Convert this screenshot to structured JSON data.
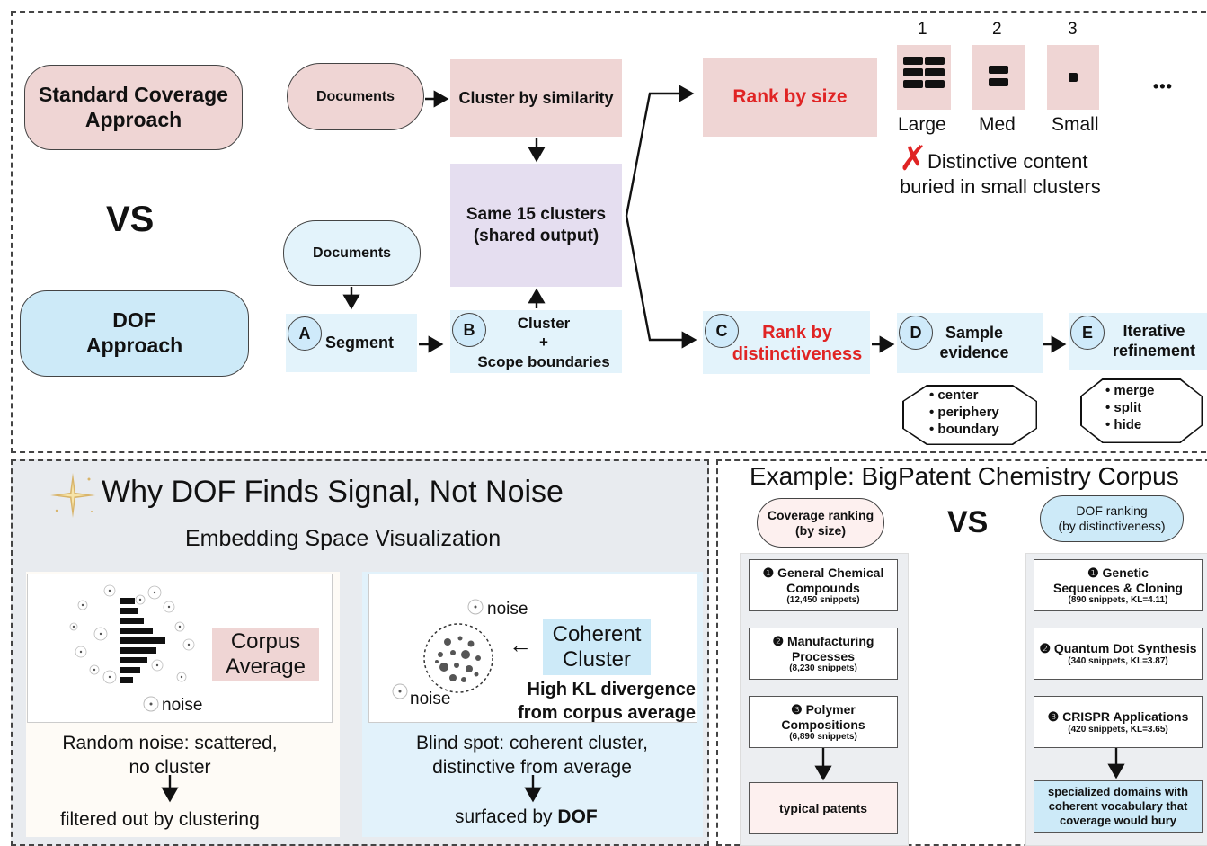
{
  "top": {
    "standard_label": "Standard Coverage\nApproach",
    "vs_label": "VS",
    "dof_label": "DOF\nApproach",
    "documents_1": "Documents",
    "cluster_by_similarity": "Cluster by similarity",
    "shared_clusters": "Same 15 clusters\n(shared output)",
    "documents_2": "Documents",
    "step_a": {
      "letter": "A",
      "label": "Segment"
    },
    "step_b": {
      "letter": "B",
      "label": "Cluster\n+\nScope boundaries"
    },
    "rank_by_size": "Rank by size",
    "step_c": {
      "letter": "C",
      "label": "Rank by\ndistinctiveness"
    },
    "step_d": {
      "letter": "D",
      "label": "Sample\nevidence"
    },
    "step_e": {
      "letter": "E",
      "label": "Iterative\nrefinement"
    },
    "size_numbers": [
      "1",
      "2",
      "3"
    ],
    "size_labels": [
      "Large",
      "Med",
      "Small"
    ],
    "ellipsis": "•••",
    "cross_mark": "✗",
    "buried_note": "Distinctive content\nburied in small clusters",
    "sample_bullets": [
      "center",
      "periphery",
      "boundary"
    ],
    "refine_bullets": [
      "merge",
      "split",
      "hide"
    ]
  },
  "left_panel": {
    "title": "Why DOF Finds Signal, Not Noise",
    "subtitle": "Embedding Space Visualization",
    "left_box": {
      "corpus_label": "Corpus\nAverage",
      "noise_label": "noise",
      "caption": "Random noise: scattered,\nno cluster",
      "result": "filtered out by clustering"
    },
    "right_box": {
      "noise_top": "noise",
      "noise_bottom": "noise",
      "arrow": "←",
      "coherent_label": "Coherent\nCluster",
      "kl_label": "High KL divergence\nfrom corpus average",
      "caption": "Blind spot: coherent cluster,\ndistinctive from average",
      "result_prefix": "surfaced by ",
      "result_bold": "DOF"
    }
  },
  "right_panel": {
    "title": "Example: BigPatent Chemistry Corpus",
    "coverage_header": "Coverage ranking\n(by size)",
    "vs_label": "VS",
    "dof_header": "DOF ranking\n(by distinctiveness)",
    "coverage_items": [
      {
        "title": "❶ General Chemical\nCompounds",
        "sub": "(12,450 snippets)"
      },
      {
        "title": "❷ Manufacturing\nProcesses",
        "sub": "(8,230 snippets)"
      },
      {
        "title": "❸ Polymer\nCompositions",
        "sub": "(6,890 snippets)"
      }
    ],
    "coverage_result": "typical patents",
    "dof_items": [
      {
        "title": "❶ Genetic\nSequences & Cloning",
        "sub": "(890 snippets, KL=4.11)"
      },
      {
        "title": "❷ Quantum Dot Synthesis",
        "sub": "(340 snippets, KL=3.87)"
      },
      {
        "title": "❸ CRISPR Applications",
        "sub": "(420 snippets, KL=3.65)"
      }
    ],
    "dof_result": "specialized domains with\ncoherent vocabulary that\ncoverage would bury"
  }
}
